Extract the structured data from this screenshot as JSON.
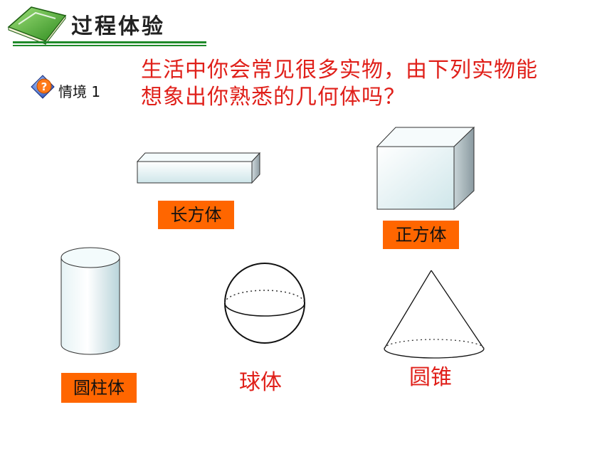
{
  "header": {
    "title": "过程体验",
    "accent_color": "#1f8a2a",
    "icon": "book-icon"
  },
  "scenario": {
    "icon": "question-badge-icon",
    "label": "情境 1"
  },
  "question": {
    "line1": "生活中你会常见很多实物，由下列实物能",
    "line2": "想象出你熟悉的几何体吗？",
    "color": "#e0201a"
  },
  "shapes": {
    "cuboid": {
      "label": "长方体",
      "label_bg": "#ff6600"
    },
    "cube": {
      "label": "正方体",
      "label_bg": "#ff6600"
    },
    "cylinder": {
      "label": "圆柱体",
      "label_bg": "#ff6600"
    },
    "sphere": {
      "label": "球体",
      "label_color": "#e0201a"
    },
    "cone": {
      "label": "圆锥",
      "label_color": "#e0201a"
    }
  }
}
